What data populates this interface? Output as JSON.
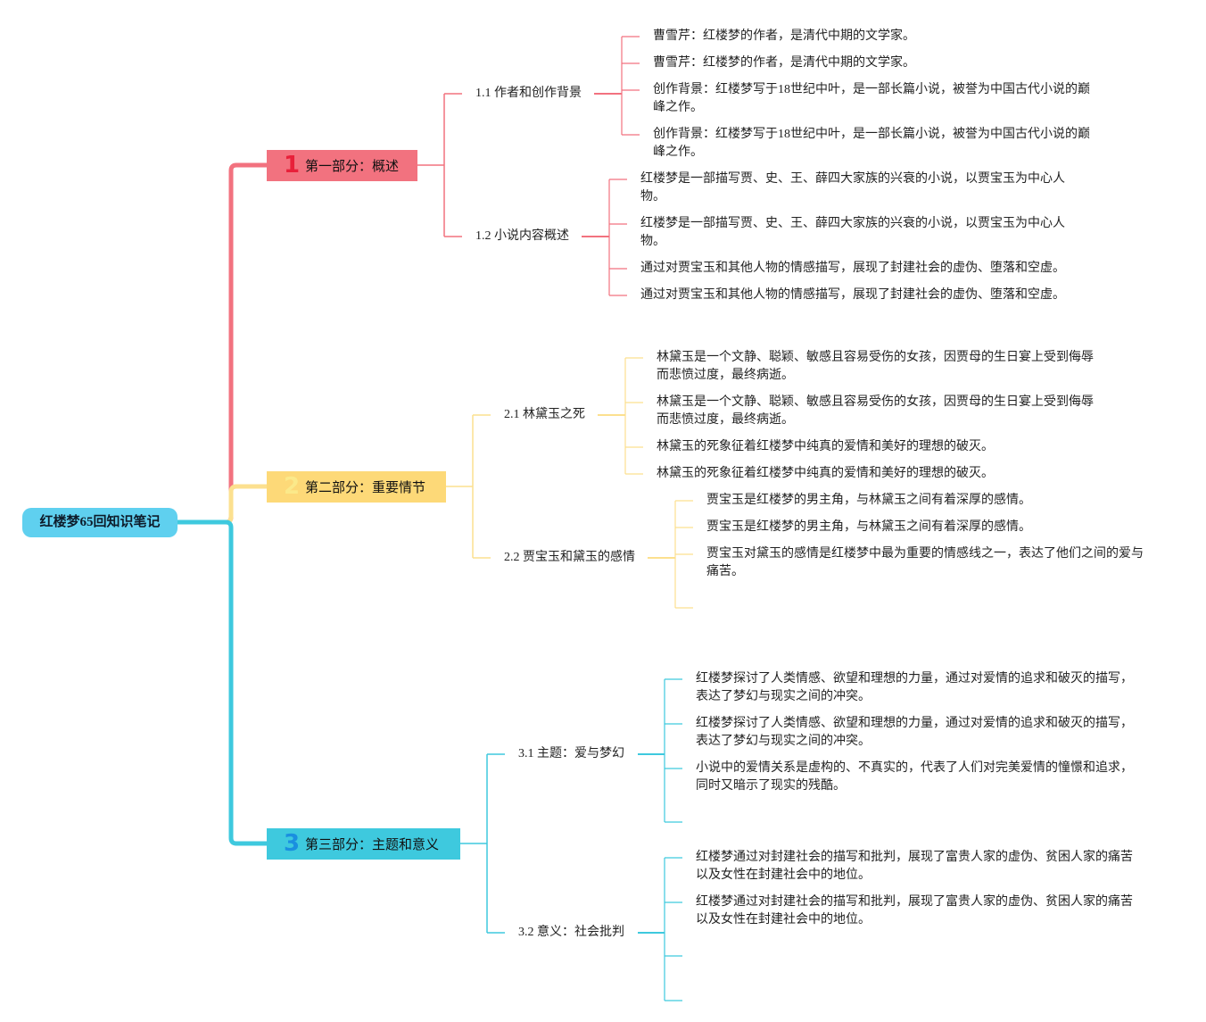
{
  "root": {
    "title": "红楼梦65回知识笔记"
  },
  "sections": [
    {
      "number": "1",
      "title": "第一部分：概述",
      "color": "#f2727f",
      "bg": "#f2727f",
      "num_color": "#e8203a",
      "subs": [
        {
          "label": "1.1 作者和创作背景",
          "leaves": [
            "曹雪芹：红楼梦的作者，是清代中期的文学家。",
            "曹雪芹：红楼梦的作者，是清代中期的文学家。",
            "创作背景：红楼梦写于18世纪中叶，是一部长篇小说，被誉为中国古代小说的巅峰之作。",
            "创作背景：红楼梦写于18世纪中叶，是一部长篇小说，被誉为中国古代小说的巅峰之作。"
          ]
        },
        {
          "label": "1.2 小说内容概述",
          "leaves": [
            "红楼梦是一部描写贾、史、王、薛四大家族的兴衰的小说，以贾宝玉为中心人物。",
            "红楼梦是一部描写贾、史、王、薛四大家族的兴衰的小说，以贾宝玉为中心人物。",
            "通过对贾宝玉和其他人物的情感描写，展现了封建社会的虚伪、堕落和空虚。",
            "通过对贾宝玉和其他人物的情感描写，展现了封建社会的虚伪、堕落和空虚。"
          ]
        }
      ]
    },
    {
      "number": "2",
      "title": "第二部分：重要情节",
      "color": "#fce08f",
      "bg": "#fdd978",
      "num_color": "#fbe98a",
      "subs": [
        {
          "label": "2.1 林黛玉之死",
          "leaves": [
            "林黛玉是一个文静、聪颖、敏感且容易受伤的女孩，因贾母的生日宴上受到侮辱而悲愤过度，最终病逝。",
            "林黛玉是一个文静、聪颖、敏感且容易受伤的女孩，因贾母的生日宴上受到侮辱而悲愤过度，最终病逝。",
            "林黛玉的死象征着红楼梦中纯真的爱情和美好的理想的破灭。",
            "林黛玉的死象征着红楼梦中纯真的爱情和美好的理想的破灭。"
          ]
        },
        {
          "label": "2.2 贾宝玉和黛玉的感情",
          "leaves": [
            "贾宝玉是红楼梦的男主角，与林黛玉之间有着深厚的感情。",
            "贾宝玉是红楼梦的男主角，与林黛玉之间有着深厚的感情。",
            "贾宝玉对黛玉的感情是红楼梦中最为重要的情感线之一，表达了他们之间的爱与痛苦。",
            ""
          ]
        }
      ]
    },
    {
      "number": "3",
      "title": "第三部分：主题和意义",
      "color": "#3ec9de",
      "bg": "#3ec9de",
      "num_color": "#1a8fe0",
      "subs": [
        {
          "label": "3.1 主题：爱与梦幻",
          "leaves": [
            "红楼梦探讨了人类情感、欲望和理想的力量，通过对爱情的追求和破灭的描写，表达了梦幻与现实之间的冲突。",
            "红楼梦探讨了人类情感、欲望和理想的力量，通过对爱情的追求和破灭的描写，表达了梦幻与现实之间的冲突。",
            "小说中的爱情关系是虚构的、不真实的，代表了人们对完美爱情的憧憬和追求，同时又暗示了现实的残酷。",
            ""
          ]
        },
        {
          "label": "3.2 意义：社会批判",
          "leaves": [
            "红楼梦通过对封建社会的描写和批判，展现了富贵人家的虚伪、贫困人家的痛苦以及女性在封建社会中的地位。",
            "红楼梦通过对封建社会的描写和批判，展现了富贵人家的虚伪、贫困人家的痛苦以及女性在封建社会中的地位。",
            "",
            ""
          ]
        }
      ]
    }
  ]
}
